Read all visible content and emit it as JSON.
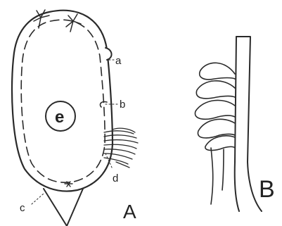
{
  "figure": {
    "panel_labels": {
      "a": "A",
      "b": "B"
    },
    "part_labels": {
      "a": "a",
      "b": "b",
      "c": "c",
      "d": "d",
      "e": "e"
    },
    "colors": {
      "ink": "#2a2a2a",
      "background": "#ffffff"
    }
  }
}
